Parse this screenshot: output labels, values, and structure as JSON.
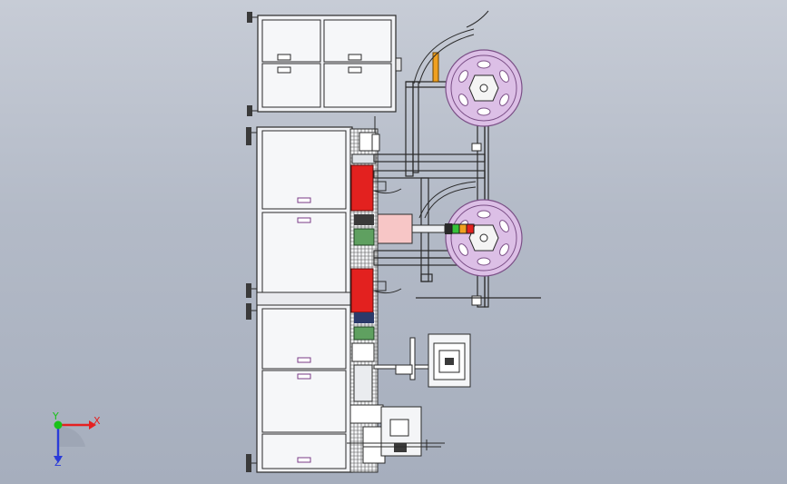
{
  "viewport": {
    "background_top": "#c7ccd6",
    "background_bottom": "#a6aebd"
  },
  "triad": {
    "x_label": "X",
    "y_label": "Y",
    "z_label": "Z",
    "x_color": "#e52020",
    "y_color": "#19c219",
    "z_color": "#2a3bd9"
  },
  "colors": {
    "cabinet_fill": "#f2f3f6",
    "line": "#2a2a2a",
    "red_motor": "#e3211f",
    "pink_block": "#f7c6c6",
    "reel_fill": "#dcbfe6",
    "reel_stroke": "#7a4f86",
    "orange_bar": "#f0a020",
    "green_board": "#5fa060"
  }
}
